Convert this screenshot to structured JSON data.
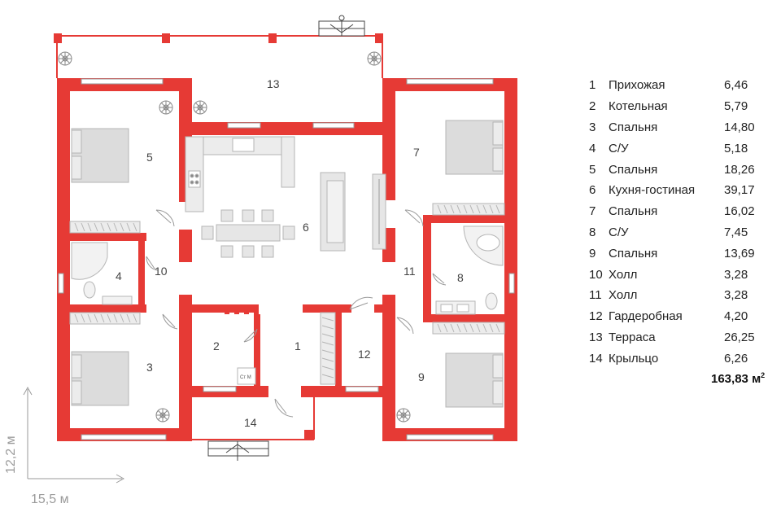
{
  "rooms": [
    {
      "num": "1",
      "name": "Прихожая",
      "area": "6,46"
    },
    {
      "num": "2",
      "name": "Котельная",
      "area": "5,79"
    },
    {
      "num": "3",
      "name": "Спальня",
      "area": "14,80"
    },
    {
      "num": "4",
      "name": "С/У",
      "area": "5,18"
    },
    {
      "num": "5",
      "name": "Спальня",
      "area": "18,26"
    },
    {
      "num": "6",
      "name": "Кухня-гостиная",
      "area": "39,17"
    },
    {
      "num": "7",
      "name": "Спальня",
      "area": "16,02"
    },
    {
      "num": "8",
      "name": "С/У",
      "area": "7,45"
    },
    {
      "num": "9",
      "name": "Спальня",
      "area": "13,69"
    },
    {
      "num": "10",
      "name": "Холл",
      "area": "3,28"
    },
    {
      "num": "11",
      "name": "Холл",
      "area": "3,28"
    },
    {
      "num": "12",
      "name": "Гардеробная",
      "area": "4,20"
    },
    {
      "num": "13",
      "name": "Терраса",
      "area": "26,25"
    },
    {
      "num": "14",
      "name": "Крыльцо",
      "area": "6,26"
    }
  ],
  "total": {
    "value": "163,83",
    "unit": "м",
    "unit_sup": "2"
  },
  "dimensions": {
    "width": "15,5 м",
    "height": "12,2 м"
  },
  "boiler_label": "Ст М",
  "colors": {
    "wall": "#e63a35",
    "furniture": "#dcdcdc",
    "line": "#9a9a9a"
  }
}
